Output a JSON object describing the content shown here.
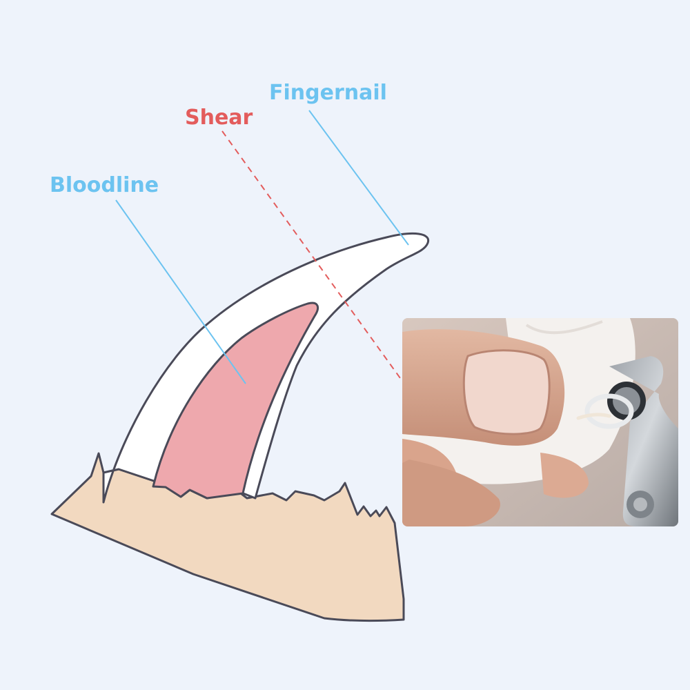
{
  "labels": {
    "fingernail": "Fingernail",
    "shear": "Shear",
    "bloodline": "Bloodline"
  },
  "colors": {
    "background": "#eef3fb",
    "label_blue": "#6cc3f0",
    "label_red": "#e35c5c",
    "skin": "#f2d9c0",
    "nail": "#ffffff",
    "quick": "#eea8ad",
    "outline": "#4a4a58"
  },
  "photo": {
    "subject": "cat-paw-nail-clipping-photo"
  }
}
